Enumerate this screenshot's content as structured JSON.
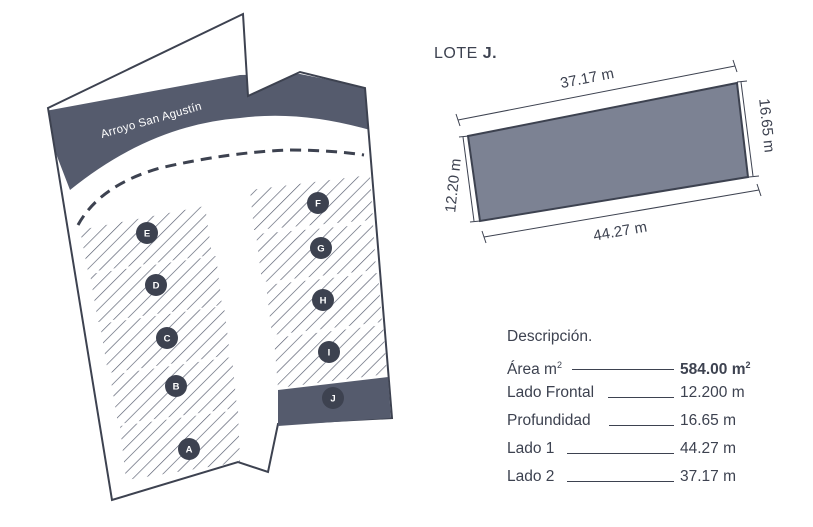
{
  "site_plan": {
    "creek_label": "Arroyo San Agustín",
    "lots": [
      {
        "letter": "A"
      },
      {
        "letter": "B"
      },
      {
        "letter": "C"
      },
      {
        "letter": "D"
      },
      {
        "letter": "E"
      },
      {
        "letter": "F"
      },
      {
        "letter": "G"
      },
      {
        "letter": "H"
      },
      {
        "letter": "I"
      },
      {
        "letter": "J"
      }
    ],
    "highlighted_lot": "J"
  },
  "lot": {
    "title_prefix": "LOTE",
    "title_letter": "J.",
    "top_dimension": "37.17 m",
    "right_dimension": "16.65 m",
    "left_dimension": "12.20 m",
    "bottom_dimension": "44.27 m"
  },
  "description": {
    "title": "Descripción.",
    "rows": [
      {
        "label": "Área m",
        "label_sup": "2",
        "value": "584.00 m",
        "value_sup": "2"
      },
      {
        "label": "Lado Frontal",
        "value": "12.200 m"
      },
      {
        "label": "Profundidad",
        "value": "16.65 m"
      },
      {
        "label": "Lado 1",
        "value": "44.27 m"
      },
      {
        "label": "Lado 2",
        "value": "37.17 m"
      }
    ]
  },
  "colors": {
    "dark": "#555b6d",
    "lot_fill": "#7c8293",
    "line": "#3d4250",
    "hatch": "#555b6d"
  }
}
